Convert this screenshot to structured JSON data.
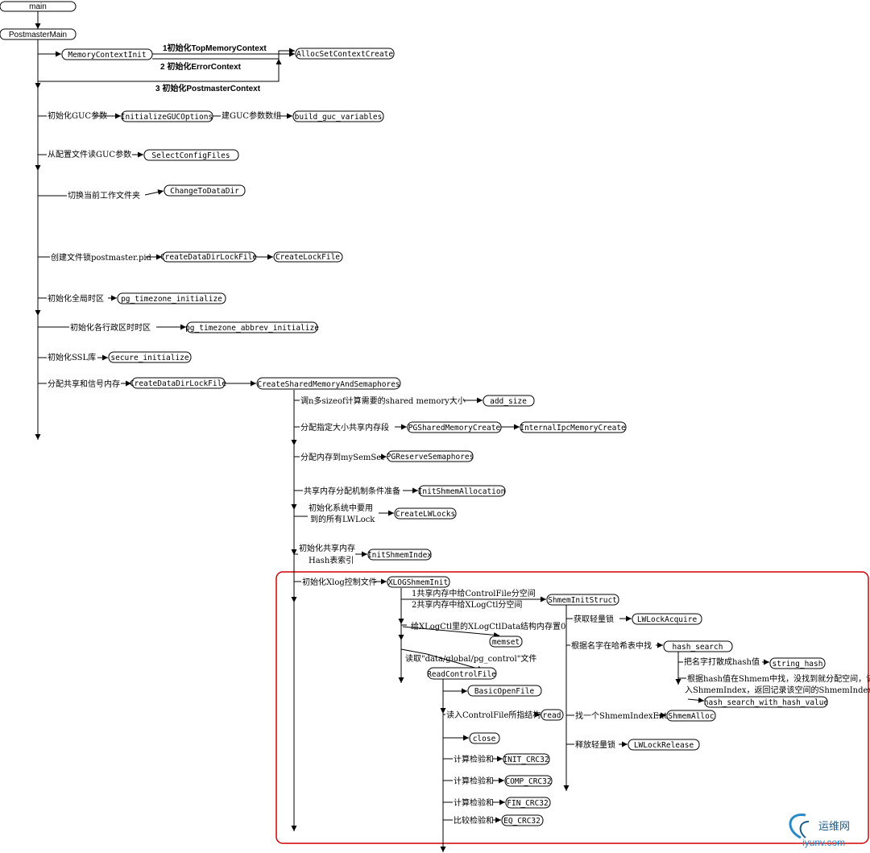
{
  "nodes": {
    "main": "main",
    "postmaster_main": "PostmasterMain",
    "memory_context_init": "MemoryContextInit",
    "alloc_set_context_create": "AllocSetContextCreate",
    "initialize_guc_options": "InitializeGUCOptions",
    "build_guc_variables": "build_guc_variables",
    "select_config_files": "SelectConfigFiles",
    "change_to_data_dir": "ChangeToDataDir",
    "create_data_dir_lock_file_1": "CreateDataDirLockFile",
    "create_lock_file": "CreateLockFile",
    "pg_timezone_initialize": "pg_timezone_initialize",
    "pg_timezone_abbrev_initialize": "pg_timezone_abbrev_initialize",
    "secure_initialize": "secure_initialize",
    "create_data_dir_lock_file_2": "CreateDataDirLockFile",
    "create_shared_memory_and_semaphores": "CreateSharedMemoryAndSemaphores",
    "add_size": "add_size",
    "pg_shared_memory_create": "PGSharedMemoryCreate",
    "internal_ipc_memory_create": "InternalIpcMemoryCreate",
    "pg_reserve_semaphores": "PGReserveSemaphores",
    "init_shmem_allocation": "InitShmemAllocation",
    "create_lw_locks": "CreateLWLocks",
    "init_shmem_index": "InitShmemIndex",
    "xlog_shmem_init": "XLOGShmemInit",
    "shmem_init_struct": "ShmemInitStruct",
    "lw_lock_acquire": "LWLockAcquire",
    "memset": "memset",
    "hash_search": "hash_search",
    "string_hash": "string_hash",
    "read_control_file": "ReadControlFile",
    "basic_open_file": "BasicOpenFile",
    "hash_search_with_hash_value": "hash_search_with_hash_value",
    "read": "read",
    "shmem_alloc": "ShmemAlloc",
    "close": "close",
    "lw_lock_release": "LWLockRelease",
    "init_crc32": "INIT_CRC32",
    "comp_crc32": "COMP_CRC32",
    "fin_crc32": "FIN_CRC32",
    "eq_crc32": "EQ_CRC32"
  },
  "labels": {
    "init_top_memory_context": "1初始化TopMemoryContext",
    "init_error_context": "2 初始化ErrorContext",
    "init_postmaster_context": "3 初始化PostmasterContext",
    "init_guc_params": "初始化GUC参数",
    "build_guc_array": "建GUC参数数组",
    "read_guc_from_config": "从配置文件读GUC参数",
    "switch_work_dir": "切换当前工作文件夹",
    "create_file_lock": "创建文件锁postmaster.pid",
    "init_global_timezone": "初始化全局时区",
    "init_admin_timezones": "初始化各行政区时时区",
    "init_ssl": "初始化SSL库",
    "alloc_shared_mem_sem": "分配共享和信号内存",
    "calc_shared_mem_size": "调n多sizeof计算需要的shared memory大小",
    "alloc_shared_segment": "分配指定大小共享内存段",
    "alloc_mem_to_semset": "分配内存到mySemSet",
    "prepare_shmem_alloc": "共享内存分配机制条件准备",
    "init_lwlock_line1": "初始化系统中要用",
    "init_lwlock_line2": "到的所有LWLock",
    "init_shmem_hash_line1": "初始化共享内存",
    "init_shmem_hash_line2": "Hash表索引",
    "init_xlog_control": "初始化Xlog控制文件",
    "shmem_for_controlfile": "1共享内存中给ControlFile分空间",
    "shmem_for_xlogctl": "2共享内存中给XLogCtl分空间",
    "get_lwlock": "获取轻量锁",
    "xlogctl_data_memset": "给XLogCtl里的XLogCtlData结构内存置0",
    "search_hash_by_name": "根据名字在哈希表中找",
    "hash_name": "把名字打散成hash值",
    "read_pg_control": "读取\"data/global/pg_control\"文件",
    "lookup_shmem_line1": "根据hash值在Shmem中找，没找到就分配空间，记",
    "lookup_shmem_line2": "入ShmemIndex，返回记录该空间的ShmemIndexEnt",
    "read_into_controlfile": "读入ControlFile所指结构",
    "find_shmem_index_ent": "找一个ShmemIndexEnt",
    "release_lwlock": "释放轻量锁",
    "calc_checksum_1": "计算检验和",
    "calc_checksum_2": "计算检验和",
    "calc_checksum_3": "计算检验和",
    "compare_checksum": "比较检验和"
  },
  "watermark": {
    "title": "运维网",
    "url": "iyunv.com"
  },
  "colors": {
    "highlight_border": "#d00000",
    "line": "#000000",
    "watermark": "#2a8ac8"
  }
}
